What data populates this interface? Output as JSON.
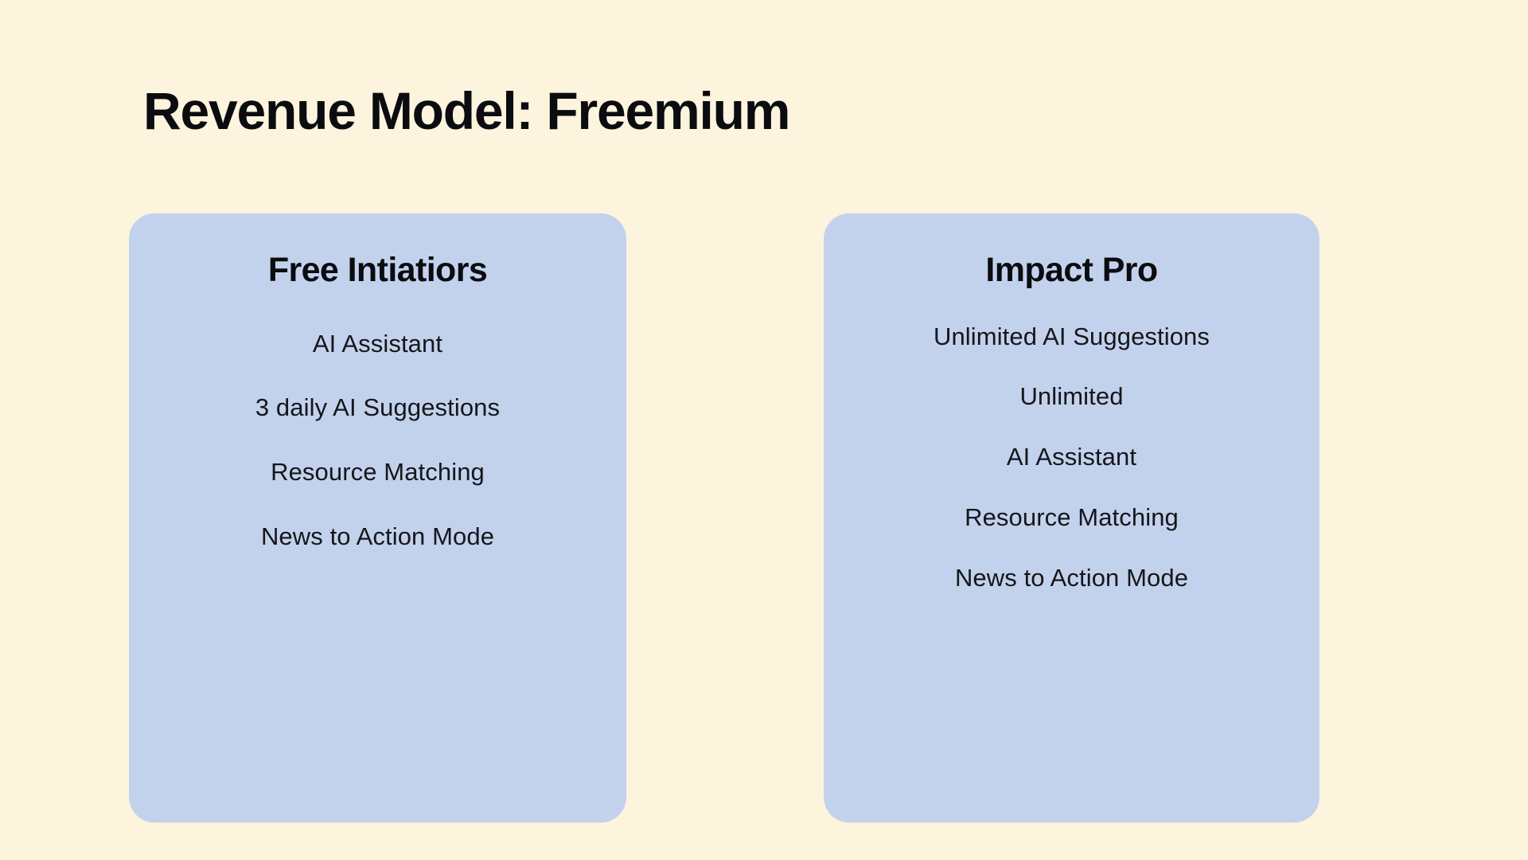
{
  "slide": {
    "title": "Revenue Model: Freemium",
    "background_color": "#FDF4DE",
    "card_color": "#C3D2EC",
    "text_color": "#0B0C10"
  },
  "cards": [
    {
      "id": "free",
      "title": "Free Intiatiors",
      "features": [
        "AI Assistant",
        "3 daily AI Suggestions",
        "Resource Matching",
        "News to Action Mode"
      ]
    },
    {
      "id": "pro",
      "title": "Impact Pro",
      "features": [
        "Unlimited AI Suggestions",
        "Unlimited",
        "AI Assistant",
        "Resource Matching",
        "News to Action Mode"
      ]
    }
  ]
}
